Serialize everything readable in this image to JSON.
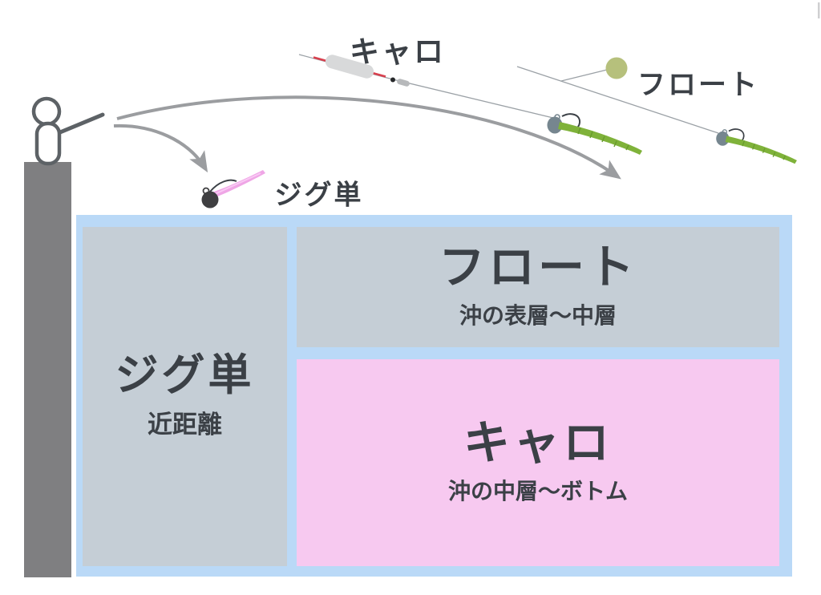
{
  "labels": {
    "caro_rig": "キャロ",
    "float_rig": "フロート",
    "jig_rig": "ジグ単"
  },
  "zones": {
    "jig": {
      "title": "ジグ単",
      "subtitle": "近距離"
    },
    "float": {
      "title": "フロート",
      "subtitle": "沖の表層～中層"
    },
    "caro": {
      "title": "キャロ",
      "subtitle": "沖の中層～ボトム"
    }
  },
  "icons": {
    "angler": "angler-figure-icon",
    "pier": "pier-pillar",
    "cast_arc_short": "cast-trajectory-short-arrow",
    "cast_arc_long": "cast-trajectory-long-arrow",
    "jig_lure": "pink-jighead-worm-icon",
    "caro_rig": "carolina-rig-sinker-icon",
    "float_rig": "float-ball-rig-icon",
    "worm_lure": "green-jighead-worm-icon"
  },
  "colors": {
    "water": "#bad9f7",
    "zone-gray": "#c5ced6",
    "zone-pink": "#f7c9f0",
    "text-dark": "#3b4046",
    "pier-gray": "#7f7f81",
    "arrow-gray": "#9b9da0",
    "line-gray": "#9ba1a6",
    "stroke-dark": "#5d6266",
    "worm-green": "#7fb23a",
    "worm-rib": "#699c2d",
    "jighead-gray": "#76868f",
    "float-olive": "#b6c07c",
    "lure-pink": "#efa6e6",
    "lure-pink-light": "#f9c9f4",
    "sinker-red": "#d8404e",
    "capsule-gray": "#d8d9da",
    "bead-gray": "#b7b9bb",
    "jig-head-black": "#3f3f41"
  }
}
